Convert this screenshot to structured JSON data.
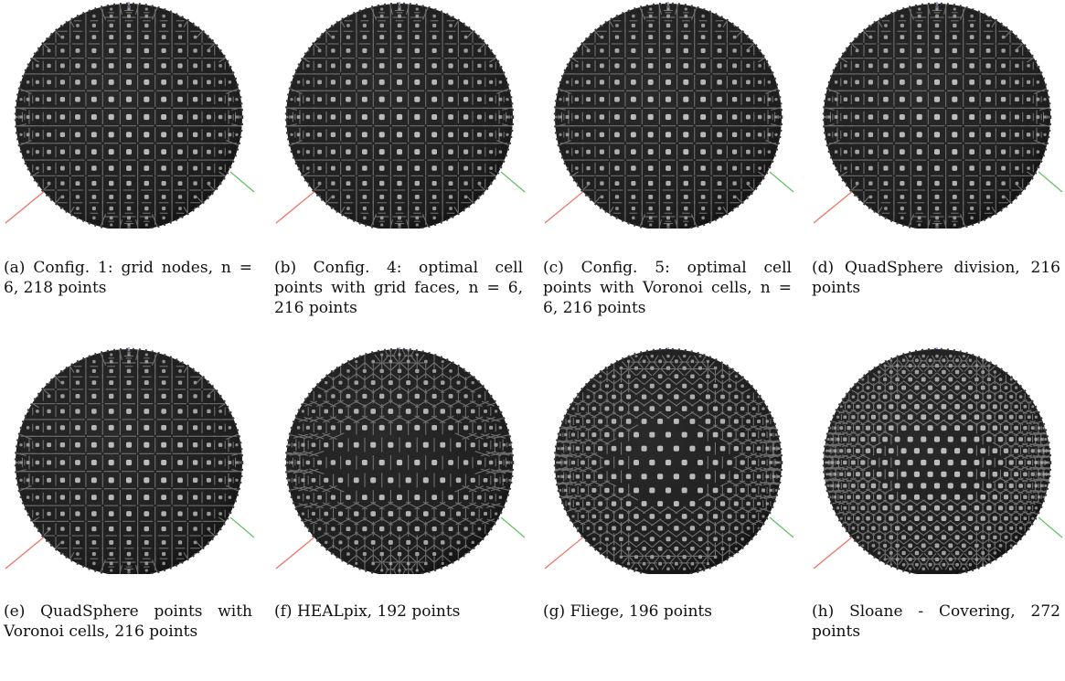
{
  "figure": {
    "panels": [
      {
        "label": "(a)",
        "caption": "Config. 1: grid nodes, n = 6, 218 points",
        "style": "grid",
        "density": 1.0
      },
      {
        "label": "(b)",
        "caption": "Config. 4: optimal cell points with grid faces, n = 6, 216 points",
        "style": "grid",
        "density": 1.0
      },
      {
        "label": "(c)",
        "caption": "Config. 5: optimal cell points with Voronoi cells, n = 6, 216 points",
        "style": "grid",
        "density": 1.0
      },
      {
        "label": "(d)",
        "caption": "QuadSphere division, 216 points",
        "style": "grid",
        "density": 1.0
      },
      {
        "label": "(e)",
        "caption": "QuadSphere points with Voronoi cells, 216 points",
        "style": "grid",
        "density": 1.0
      },
      {
        "label": "(f)",
        "caption": "HEALpix, 192 points",
        "style": "healpix",
        "density": 0.95
      },
      {
        "label": "(g)",
        "caption": "Fliege, 196 points",
        "style": "hex",
        "density": 1.0
      },
      {
        "label": "(h)",
        "caption": "Sloane - Covering, 272 points",
        "style": "hex",
        "density": 1.2
      }
    ],
    "colors": {
      "sphere": "#1e1e1e",
      "sphere_edge": "#0c0c0c",
      "cell_lines": "#8a8a8a",
      "points": "#bdbdbd",
      "axis_x": "#f07060",
      "axis_y": "#60c060",
      "axis_z": "#6070e0",
      "background": "#ffffff"
    }
  }
}
